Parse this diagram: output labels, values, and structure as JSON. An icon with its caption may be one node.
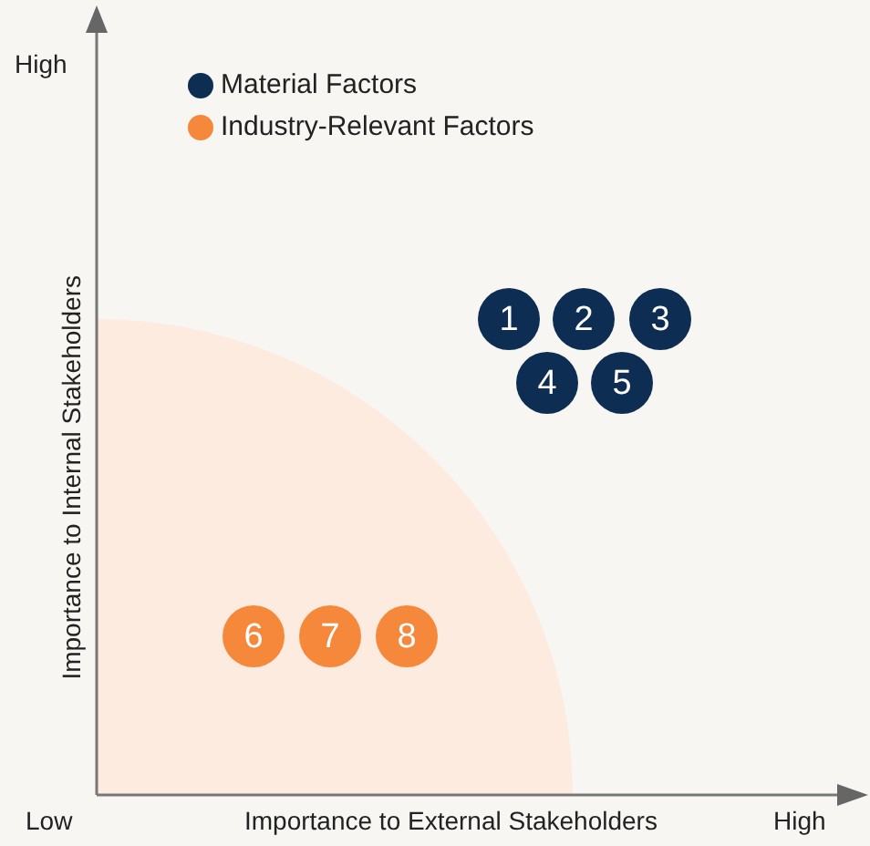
{
  "diagram": {
    "nodes": [
      {
        "text": [
          "1"
        ]
      },
      {
        "text": [
          "2"
        ]
      },
      {
        "text": [
          "3"
        ]
      },
      {
        "text": [
          "4"
        ]
      },
      {
        "text": [
          "5"
        ]
      },
      {
        "text": [
          "6"
        ]
      },
      {
        "text": [
          "7"
        ]
      },
      {
        "text": [
          "8"
        ]
      }
    ],
    "labels": [
      "High",
      "Importance to Internal Stakeholders",
      "Low",
      "Importance to External Stakeholders",
      "High"
    ],
    "legend": [
      {
        "text": "Material Factors",
        "color": "#0e2d52"
      },
      {
        "text": "Industry-Relevant Factors",
        "color": "#f5883a"
      }
    ]
  }
}
